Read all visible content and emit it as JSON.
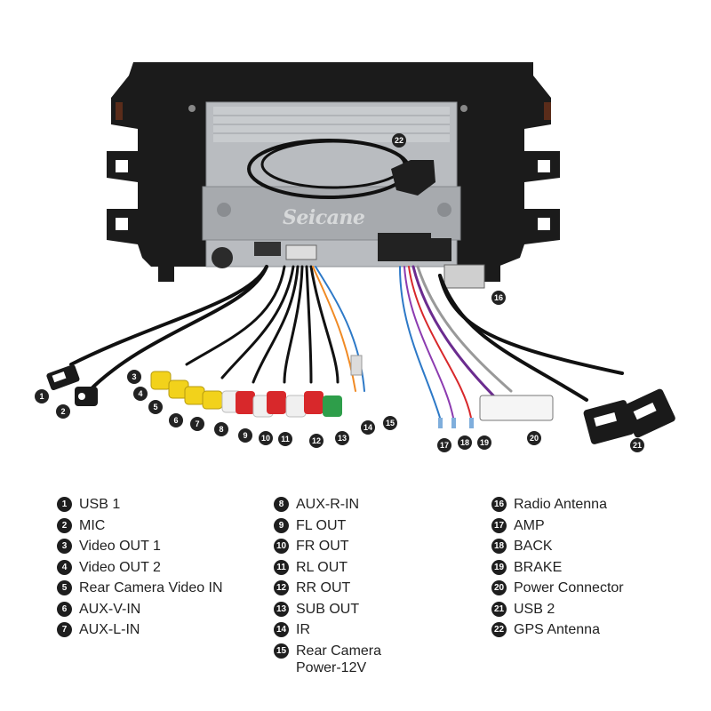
{
  "watermark": "Seicane",
  "legend": {
    "col1": [
      {
        "n": "1",
        "label": "USB 1"
      },
      {
        "n": "2",
        "label": "MIC"
      },
      {
        "n": "3",
        "label": "Video OUT 1"
      },
      {
        "n": "4",
        "label": "Video OUT 2"
      },
      {
        "n": "5",
        "label": "Rear Camera Video IN"
      },
      {
        "n": "6",
        "label": "AUX-V-IN"
      },
      {
        "n": "7",
        "label": "AUX-L-IN"
      }
    ],
    "col2": [
      {
        "n": "8",
        "label": "AUX-R-IN"
      },
      {
        "n": "9",
        "label": "FL OUT"
      },
      {
        "n": "10",
        "label": "FR OUT"
      },
      {
        "n": "11",
        "label": "RL OUT"
      },
      {
        "n": "12",
        "label": "RR OUT"
      },
      {
        "n": "13",
        "label": "SUB OUT"
      },
      {
        "n": "14",
        "label": "IR"
      },
      {
        "n": "15",
        "label": "Rear Camera\nPower-12V"
      }
    ],
    "col3": [
      {
        "n": "16",
        "label": "Radio Antenna"
      },
      {
        "n": "17",
        "label": "AMP"
      },
      {
        "n": "18",
        "label": "BACK"
      },
      {
        "n": "19",
        "label": "BRAKE"
      },
      {
        "n": "20",
        "label": "Power Connector"
      },
      {
        "n": "21",
        "label": "USB 2"
      },
      {
        "n": "22",
        "label": "GPS Antenna"
      }
    ]
  },
  "callouts": [
    "1",
    "2",
    "3",
    "4",
    "5",
    "6",
    "7",
    "8",
    "9",
    "10",
    "11",
    "12",
    "13",
    "14",
    "15",
    "16",
    "17",
    "18",
    "19",
    "20",
    "21",
    "22"
  ],
  "colors": {
    "frame": "#1a1a1a",
    "chassis": "#b9bcc0",
    "rca_yellow": "#f2d21b",
    "rca_red": "#d8282b",
    "rca_white": "#f0f0f0",
    "rca_green": "#2e9e4a",
    "badge": "#1e1e1e"
  }
}
